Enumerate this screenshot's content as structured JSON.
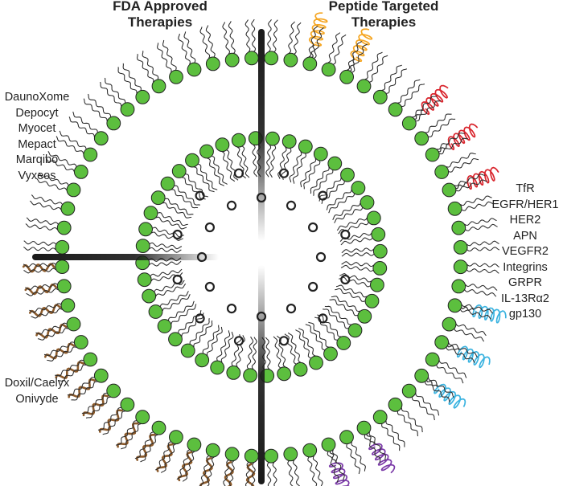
{
  "headings": {
    "left_line1": "FDA Approved",
    "left_line2": "Therapies",
    "right_line1": "Peptide Targeted",
    "right_line2": "Therapies"
  },
  "fda_liposomal_products": [
    "DaunoXome",
    "Depocyt",
    "Myocet",
    "Mepact",
    "Marqibo",
    "Vyxeos"
  ],
  "pegylated_products": [
    "Doxil/Caelyx",
    "Onivyde"
  ],
  "peptide_targets": [
    "TfR",
    "EGFR/HER1",
    "HER2",
    "APN",
    "VEGFR2",
    "Integrins",
    "GRPR",
    "IL-13Rα2",
    "gp130"
  ],
  "colors": {
    "lipid_head": "#5cbf3e",
    "lipid_outline": "#222222",
    "divider": "#1a1a1a",
    "peg_chain": "#8b5a2b",
    "peptide_orange": "#f5a623",
    "peptide_red": "#d9262e",
    "peptide_blue": "#3bb3e0",
    "peptide_purple": "#7b3aa8",
    "drug_cargo": "#222222"
  }
}
